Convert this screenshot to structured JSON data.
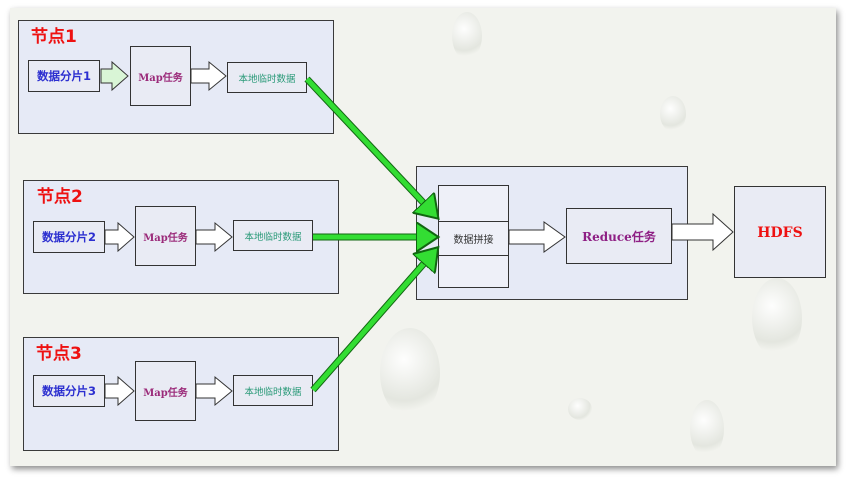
{
  "nodes": [
    {
      "title": "节点1",
      "shard": "数据分片1",
      "map_task": "Map任务",
      "temp_data": "本地临时数据"
    },
    {
      "title": "节点2",
      "shard": "数据分片2",
      "map_task": "Map任务",
      "temp_data": "本地临时数据"
    },
    {
      "title": "节点3",
      "shard": "数据分片3",
      "map_task": "Map任务",
      "temp_data": "本地临时数据"
    }
  ],
  "reduce_stage": {
    "merge": "数据拼接",
    "reduce_task": "Reduce任务"
  },
  "output": "HDFS",
  "colors": {
    "node_title": "#ee1111",
    "shard_text": "#2c2fd0",
    "map_text": "#9b2b7a",
    "temp_text": "#2a9a78",
    "reduce_text": "#8e1f84",
    "green_arrow": "#33dd33",
    "panel_fill": "#e6eaf6"
  }
}
